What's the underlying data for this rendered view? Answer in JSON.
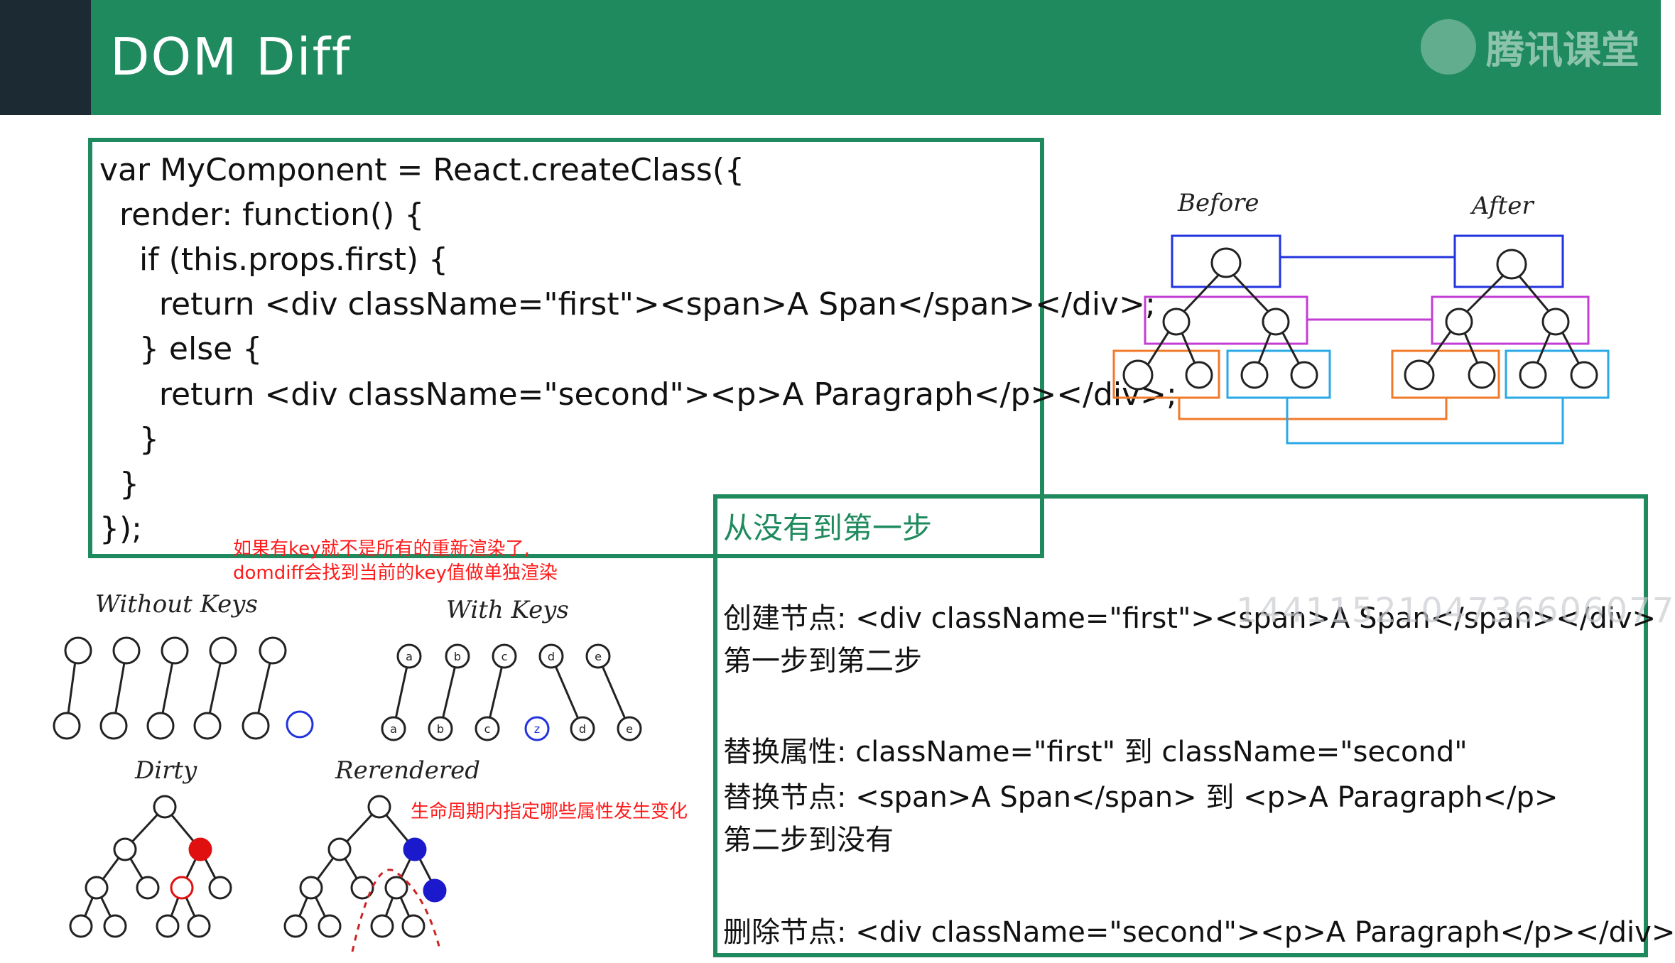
{
  "header": {
    "title": "DOM Diff",
    "logo_text": "腾讯课堂"
  },
  "code": {
    "lines": [
      "var MyComponent = React.createClass({",
      "  render: function() {",
      "    if (this.props.first) {",
      "      return <div className=\"first\"><span>A Span</span></div>;",
      "    } else {",
      "      return <div className=\"second\"><p>A Paragraph</p></div>;",
      "    }",
      "  }",
      "});"
    ]
  },
  "notes": {
    "keys_line1": "如果有key就不是所有的重新渲染了,",
    "keys_line2": "domdiff会找到当前的key值做单独渲染",
    "lifecycle": "生命周期内指定哪些属性发生变化"
  },
  "tree_diagram": {
    "before_label": "Before",
    "after_label": "After"
  },
  "keys_diagram": {
    "without_label": "Without Keys",
    "with_label": "With Keys",
    "top_keys": [
      "a",
      "b",
      "c",
      "d",
      "e"
    ],
    "bottom_keys": [
      "a",
      "b",
      "c",
      "z",
      "d",
      "e"
    ],
    "dirty_label": "Dirty",
    "rerendered_label": "Rerendered"
  },
  "steps": {
    "title": "从没有到第一步",
    "lines": [
      "创建节点: <div className=\"first\"><span>A Span</span></div>",
      "第一步到第二步",
      "替换属性: className=\"first\" 到 className=\"second\"",
      "替换节点: <span>A Span</span> 到 <p>A Paragraph</p>",
      "第二步到没有",
      "删除节点: <div className=\"second\"><p>A Paragraph</p></div>"
    ],
    "watermark": "1441152104736606077"
  },
  "colors": {
    "header_green": "#1f8a5e",
    "header_dark": "#1c2a33",
    "note_red": "#ff1a1a",
    "tree_blue": "#2233dd",
    "tree_magenta": "#c43cd6",
    "tree_orange": "#f07a2a",
    "tree_cyan": "#29a9e6"
  }
}
